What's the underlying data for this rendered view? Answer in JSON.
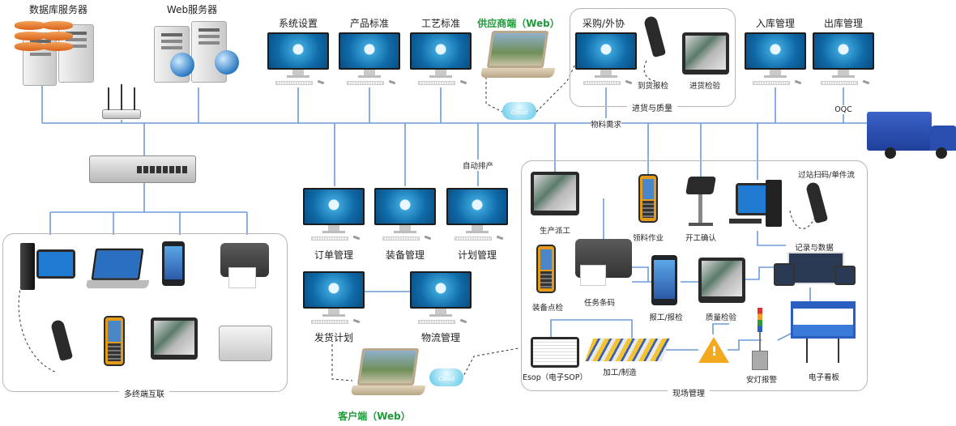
{
  "servers": {
    "db": "数据库服务器",
    "web": "Web服务器"
  },
  "top": {
    "sys": "系统设置",
    "product": "产品标准",
    "process": "工艺标准",
    "supplier": "供应商端（Web）",
    "purchase": "采购/外协",
    "arrival": "到货报检",
    "incoming": "进货检验",
    "incoming_group": "进货与质量",
    "material": "物料需求",
    "stock_in": "入库管理",
    "stock_out": "出库管理",
    "oqc": "OQC"
  },
  "middle": {
    "auto": "自动排产",
    "order": "订单管理",
    "equip": "装备管理",
    "plan": "计划管理",
    "ship": "发货计划",
    "logistics": "物流管理",
    "customer": "客户端（Web）"
  },
  "terminals": {
    "group": "多终端互联"
  },
  "site": {
    "group": "现场管理",
    "dispatch": "生产派工",
    "picking": "领料作业",
    "start": "开工确认",
    "scan": "过站扫码/单件流",
    "record": "记录与数据",
    "equip_check": "装备点检",
    "task_code": "任务条码",
    "report": "报工/报检",
    "quality": "质量检验",
    "esop": "Esop（电子SOP）",
    "machining": "加工/制造",
    "andon": "安灯报警",
    "board": "电子看板"
  },
  "cloud_label": "Cloud",
  "colors": {
    "line": "#6f9bd8",
    "green": "#1f9a3a",
    "truck": "#1f3f9a"
  }
}
